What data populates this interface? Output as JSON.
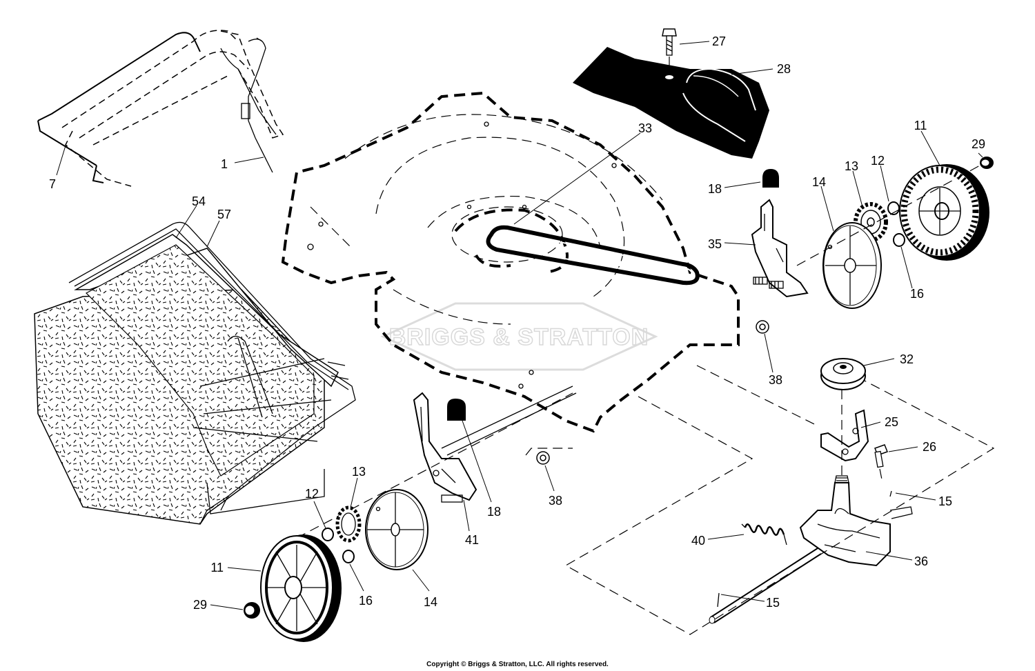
{
  "diagram": {
    "watermark": "BRIGGS & STRATTON",
    "copyright": "Copyright © Briggs & Stratton, LLC. All rights reserved.",
    "callouts": {
      "c1": "1",
      "c7": "7",
      "c27": "27",
      "c28": "28",
      "c33": "33",
      "c18a": "18",
      "c35": "35",
      "c14a": "14",
      "c13a": "13",
      "c12a": "12",
      "c11a": "11",
      "c29a": "29",
      "c16a": "16",
      "c38a": "38",
      "c32": "32",
      "c25": "25",
      "c26": "26",
      "c15a": "15",
      "c36": "36",
      "c40": "40",
      "c15b": "15",
      "c54": "54",
      "c57": "57",
      "c12b": "12",
      "c13b": "13",
      "c41": "41",
      "c18b": "18",
      "c38b": "38",
      "c11b": "11",
      "c29b": "29",
      "c16b": "16",
      "c14b": "14"
    }
  }
}
